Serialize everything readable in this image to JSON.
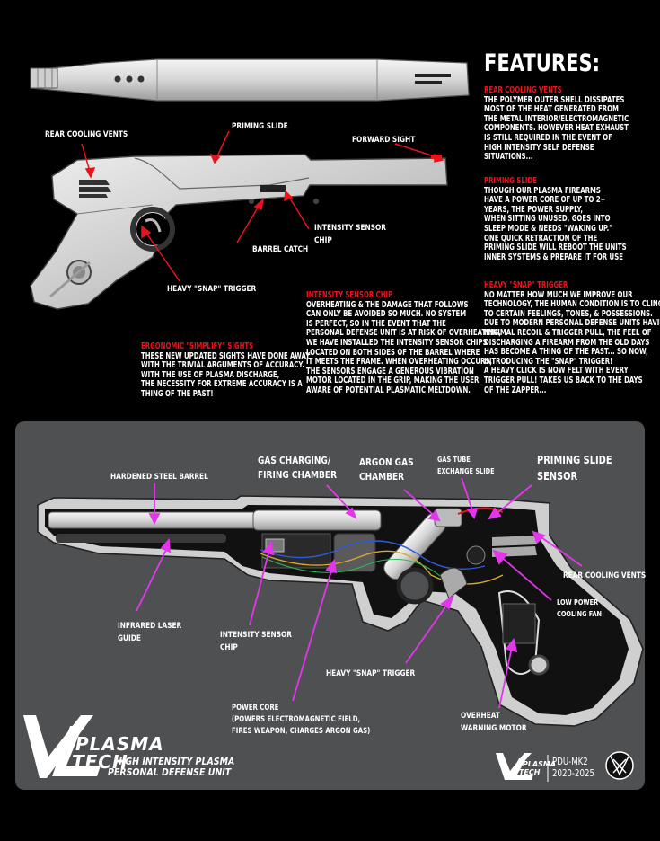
{
  "features": {
    "title": "FEATURES:",
    "sections": [
      {
        "heading": "REAR COOLING VENTS",
        "body": "THE POLYMER OUTER SHELL DISSIPATES\nMOST OF THE HEAT GENERATED FROM\nTHE METAL INTERIOR/ELECTROMAGNETIC\nCOMPONENTS. HOWEVER HEAT EXHAUST\nIS STILL REQUIRED IN THE EVENT OF\nHIGH INTENSITY SELF DEFENSE\nSITUATIONS..."
      },
      {
        "heading": "PRIMING SLIDE",
        "body": "THOUGH OUR PLASMA FIREARMS\nHAVE A POWER CORE OF UP TO 2+\nYEARS, THE POWER SUPPLY,\nWHEN SITTING UNUSED, GOES INTO\nSLEEP MODE & NEEDS \"WAKING UP.\"\nONE QUICK RETRACTION OF THE\nPRIMING SLIDE WILL REBOOT THE UNITS\nINNER SYSTEMS & PREPARE IT FOR USE"
      },
      {
        "heading": "HEAVY \"SNAP\" TRIGGER",
        "body": "NO MATTER HOW MUCH WE IMPROVE OUR\nTECHNOLOGY, THE HUMAN CONDITION IS TO CLING\nTO CERTAIN FEELINGS, TONES, & POSSESSIONS.\nDUE TO MODERN PERSONAL DEFENSE UNITS HAVING\nMINIMAL RECOIL & TRIGGER PULL, THE FEEL OF\nDISCHARGING A FIREARM FROM THE OLD DAYS\nHAS BECOME A THING OF THE PAST... SO NOW,\nINTRODUCING THE \"SNAP\" TRIGGER!\nA HEAVY CLICK IS NOW FELT WITH EVERY\nTRIGGER PULL! TAKES US BACK TO THE DAYS\nOF THE ZAPPER..."
      },
      {
        "heading": "INTENSITY SENSOR CHIP",
        "body": "OVERHEATING & THE DAMAGE THAT FOLLOWS\nCAN ONLY BE AVOIDED SO MUCH. NO SYSTEM\nIS PERFECT, SO IN THE EVENT THAT THE\nPERSONAL DEFENSE UNIT IS AT RISK OF OVERHEATING,\nWE HAVE INSTALLED THE INTENSITY SENSOR CHIPS\nLOCATED ON BOTH SIDES OF THE BARREL WHERE\nIT MEETS THE FRAME. WHEN OVERHEATING OCCURS,\nTHE SENSORS ENGAGE A GENEROUS VIBRATION\nMOTOR LOCATED IN THE GRIP, MAKING THE USER\nAWARE OF POTENTIAL PLASMATIC MELTDOWN."
      },
      {
        "heading": "ERGONOMIC \"SIMPLIFY\" SIGHTS",
        "body": "THESE NEW UPDATED SIGHTS HAVE DONE AWAY\nWITH THE TRIVIAL ARGUMENTS OF ACCURACY.\nWITH THE USE OF PLASMA DISCHARGE,\nTHE NECESSITY FOR EXTREME ACCURACY IS A\nTHING OF THE PAST!"
      }
    ]
  },
  "top_labels": {
    "rear_cooling_vents": "REAR COOLING VENTS",
    "priming_slide": "PRIMING SLIDE",
    "forward_sight": "FORWARD SIGHT",
    "intensity_sensor_chip": "INTENSITY SENSOR\nCHIP",
    "barrel_catch": "BARREL CATCH",
    "heavy_snap_trigger": "HEAVY \"SNAP\" TRIGGER"
  },
  "cutaway_labels": {
    "hardened_steel_barrel": "HARDENED STEEL BARREL",
    "gas_charging_chamber": "GAS CHARGING/\nFIRING CHAMBER",
    "argon_gas_chamber": "ARGON GAS\nCHAMBER",
    "gas_tube_exchange_slide": "GAS TUBE\nEXCHANGE SLIDE",
    "priming_slide_sensor": "PRIMING SLIDE\nSENSOR",
    "rear_cooling_vents": "REAR COOLING VENTS",
    "low_power_cooling_fan": "LOW POWER\nCOOLING FAN",
    "infrared_laser_guide": "INFRARED LASER\nGUIDE",
    "intensity_sensor_chip": "INTENSITY SENSOR\nCHIP",
    "heavy_snap_trigger": "HEAVY \"SNAP\" TRIGGER",
    "power_core": "POWER CORE\n(POWERS ELECTROMAGNETIC FIELD,\nFIRES WEAPON, CHARGES ARGON GAS)",
    "overheat_warning_motor": "OVERHEAT\nWARNING MOTOR"
  },
  "branding": {
    "logo_letters": "VL",
    "line1": "PLASMA",
    "line2": "TECH",
    "tagline1": "HIGH INTENSITY PLASMA",
    "tagline2": "PERSONAL DEFENSE UNIT",
    "small_line1": "PLASMA",
    "small_line2": "TECH",
    "model": "PDU-MK2\n2020-2025"
  },
  "colors": {
    "accent_red": "#e8131b",
    "callout_magenta": "#e236ea",
    "panel": "#4f5052",
    "metal": "#d9d9d9"
  }
}
